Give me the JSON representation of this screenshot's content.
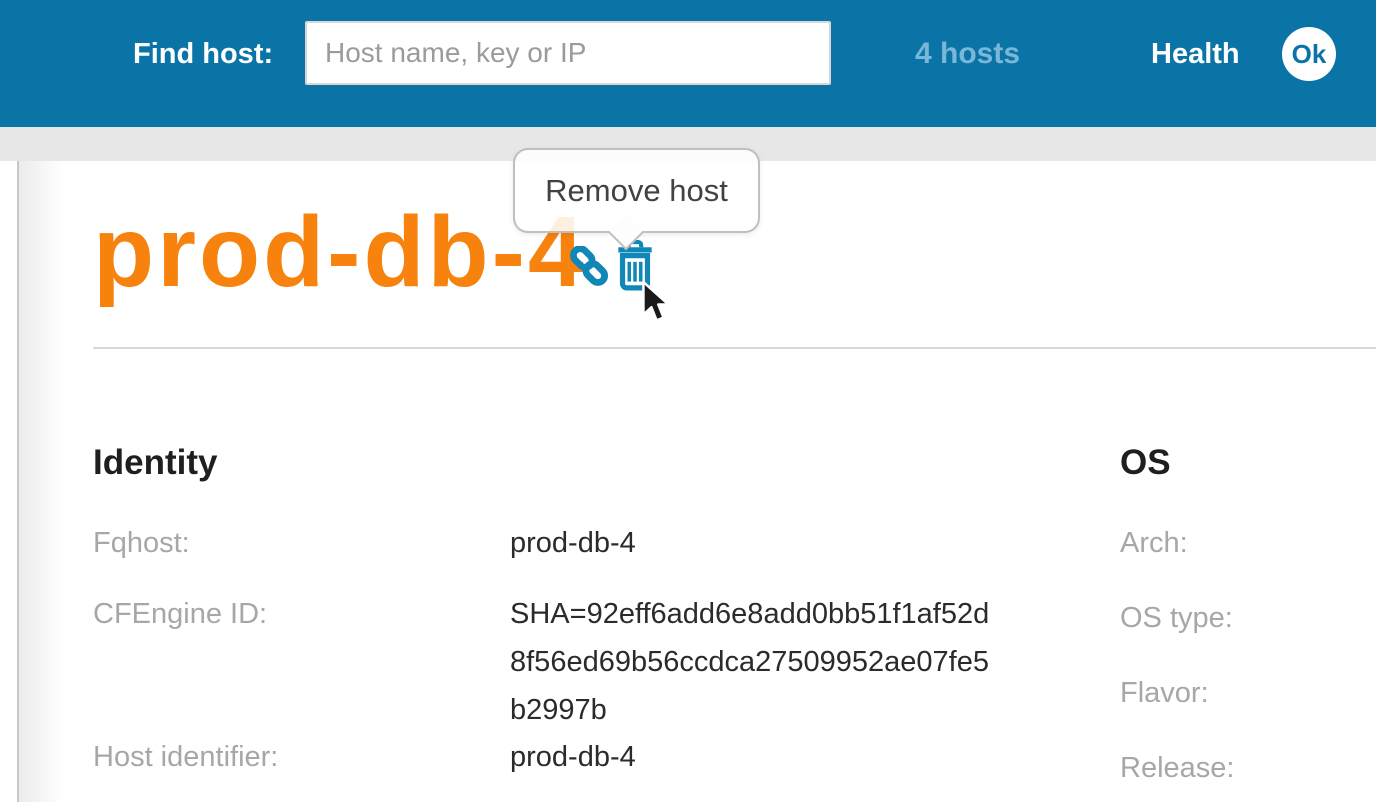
{
  "header": {
    "find_host_label": "Find host:",
    "search": {
      "placeholder": "Host name, key or IP",
      "value": ""
    },
    "hosts_count": "4 hosts",
    "health_label": "Health",
    "health_status": "Ok"
  },
  "tooltip": {
    "text": "Remove host"
  },
  "host": {
    "title": "prod-db-4",
    "actions": [
      {
        "icon": "link-icon",
        "name": "copy-host-link"
      },
      {
        "icon": "trash-icon",
        "name": "remove-host"
      }
    ]
  },
  "sections": {
    "identity": {
      "heading": "Identity",
      "rows": [
        {
          "label": "Fqhost:",
          "value": "prod-db-4"
        },
        {
          "label": "CFEngine ID:",
          "value": "SHA=92eff6add6e8add0bb51f1af52d8f56ed69b56ccdca27509952ae07fe5b2997b"
        },
        {
          "label": "Host identifier:",
          "value": "prod-db-4"
        }
      ]
    },
    "os": {
      "heading": "OS",
      "rows": [
        {
          "label": "Arch:",
          "value": ""
        },
        {
          "label": "OS type:",
          "value": ""
        },
        {
          "label": "Flavor:",
          "value": ""
        },
        {
          "label": "Release:",
          "value": ""
        }
      ]
    }
  },
  "colors": {
    "header_bg": "#0b74a6",
    "accent_orange": "#f7820d",
    "icon_blue": "#1187b8",
    "hosts_link_blue": "#79b7d8",
    "label_gray": "#a7a7a7",
    "value_text": "#2b2b2b",
    "strip_gray": "#e7e7e7"
  }
}
